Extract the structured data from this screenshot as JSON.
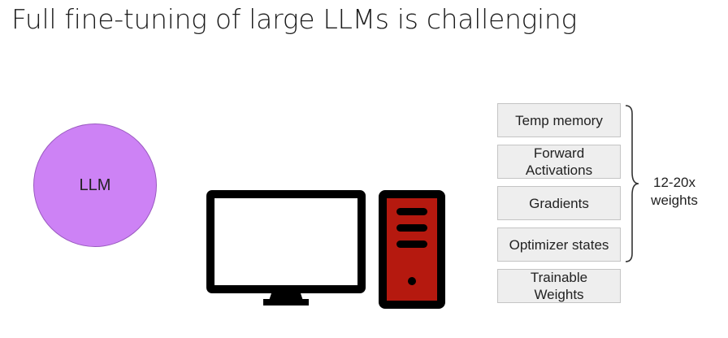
{
  "title": "Full fine-tuning of large LLMs is challenging",
  "llm_label": "LLM",
  "memory_boxes": [
    {
      "label": "Temp memory"
    },
    {
      "label": "Forward Activations"
    },
    {
      "label": "Gradients"
    },
    {
      "label": "Optimizer states"
    },
    {
      "label": "Trainable Weights"
    }
  ],
  "brace_label": "12-20x weights",
  "colors": {
    "llm_fill": "#cd82f5",
    "tower_fill": "#b5190f",
    "box_fill": "#eeeeee"
  },
  "icons": [
    "monitor-icon",
    "computer-tower-icon",
    "curly-brace-icon"
  ]
}
